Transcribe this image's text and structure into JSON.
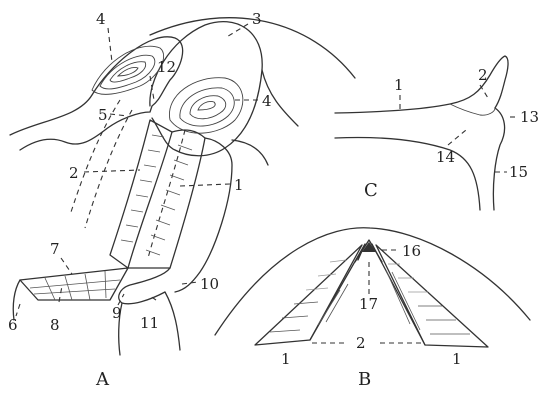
{
  "labels": {
    "l1a": "1",
    "l1c": "1",
    "l1b_left": "1",
    "l1b_right": "1",
    "l2a": "2",
    "l2c": "2",
    "l2b": "2",
    "l3": "3",
    "l4a": "4",
    "l4b": "4",
    "l5": "5",
    "l6": "6",
    "l7": "7",
    "l8": "8",
    "l9": "9",
    "l10": "10",
    "l11": "11",
    "l12": "12",
    "l13": "13",
    "l14": "14",
    "l15": "15",
    "l16": "16",
    "l17": "17"
  },
  "panels": {
    "a": "A",
    "b": "B",
    "c": "C"
  }
}
